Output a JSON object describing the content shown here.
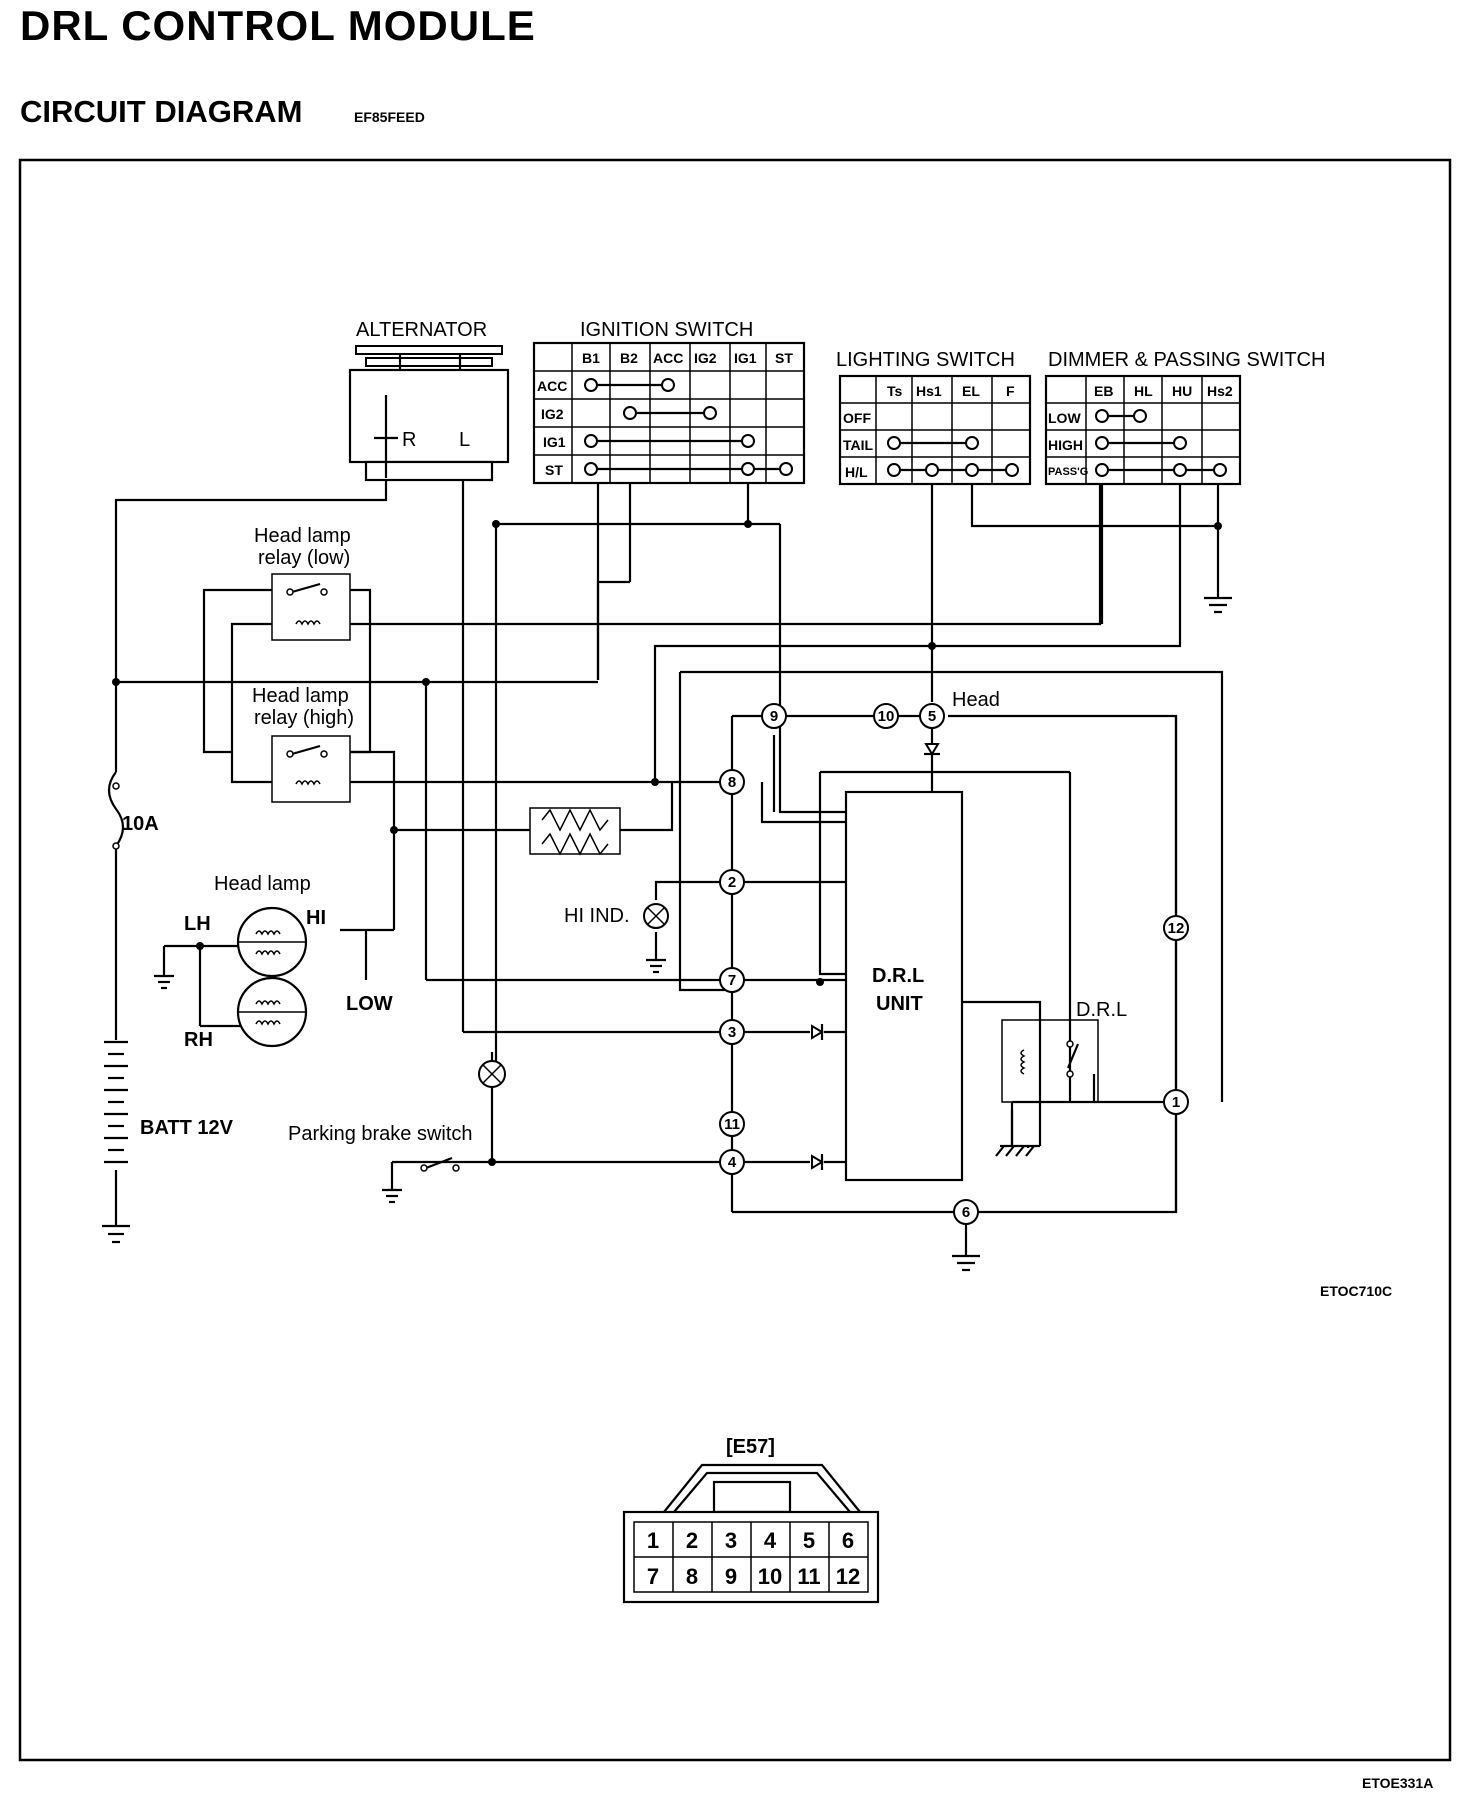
{
  "page_title": "DRL CONTROL MODULE",
  "section_title": "CIRCUIT DIAGRAM",
  "section_code": "EF85FEED",
  "figure_code_1": "ETOC710C",
  "figure_code_2": "ETOE331A",
  "components": {
    "alternator": {
      "title": "ALTERNATOR",
      "term_r": "R",
      "term_l": "L"
    },
    "ignition_switch": {
      "title": "IGNITION SWITCH",
      "columns": [
        "B1",
        "B2",
        "ACC",
        "IG2",
        "IG1",
        "ST"
      ],
      "rows": [
        "ACC",
        "IG2",
        "IG1",
        "ST"
      ]
    },
    "lighting_switch": {
      "title": "LIGHTING SWITCH",
      "columns": [
        "Ts",
        "Hs1",
        "EL",
        "F"
      ],
      "rows": [
        "OFF",
        "TAIL",
        "H/L"
      ]
    },
    "dimmer_switch": {
      "title": "DIMMER & PASSING SWITCH",
      "columns": [
        "EB",
        "HL",
        "HU",
        "Hs2"
      ],
      "rows": [
        "LOW",
        "HIGH",
        "PASS'G"
      ]
    },
    "relay_low": {
      "line1": "Head lamp",
      "line2": "relay (low)"
    },
    "relay_high": {
      "line1": "Head lamp",
      "line2": "relay (high)"
    },
    "fuse": "10A",
    "head_lamp": {
      "title": "Head lamp",
      "lh": "LH",
      "rh": "RH",
      "hi": "HI",
      "low": "LOW"
    },
    "battery": "BATT 12V",
    "hi_ind": "HI IND.",
    "parking_brake": "Parking brake switch",
    "drl_unit": {
      "line1": "D.R.L",
      "line2": "UNIT"
    },
    "drl_relay": "D.R.L",
    "head_label": "Head"
  },
  "connector": {
    "name": "[E57]",
    "pins": [
      "1",
      "2",
      "3",
      "4",
      "5",
      "6",
      "7",
      "8",
      "9",
      "10",
      "11",
      "12"
    ]
  }
}
